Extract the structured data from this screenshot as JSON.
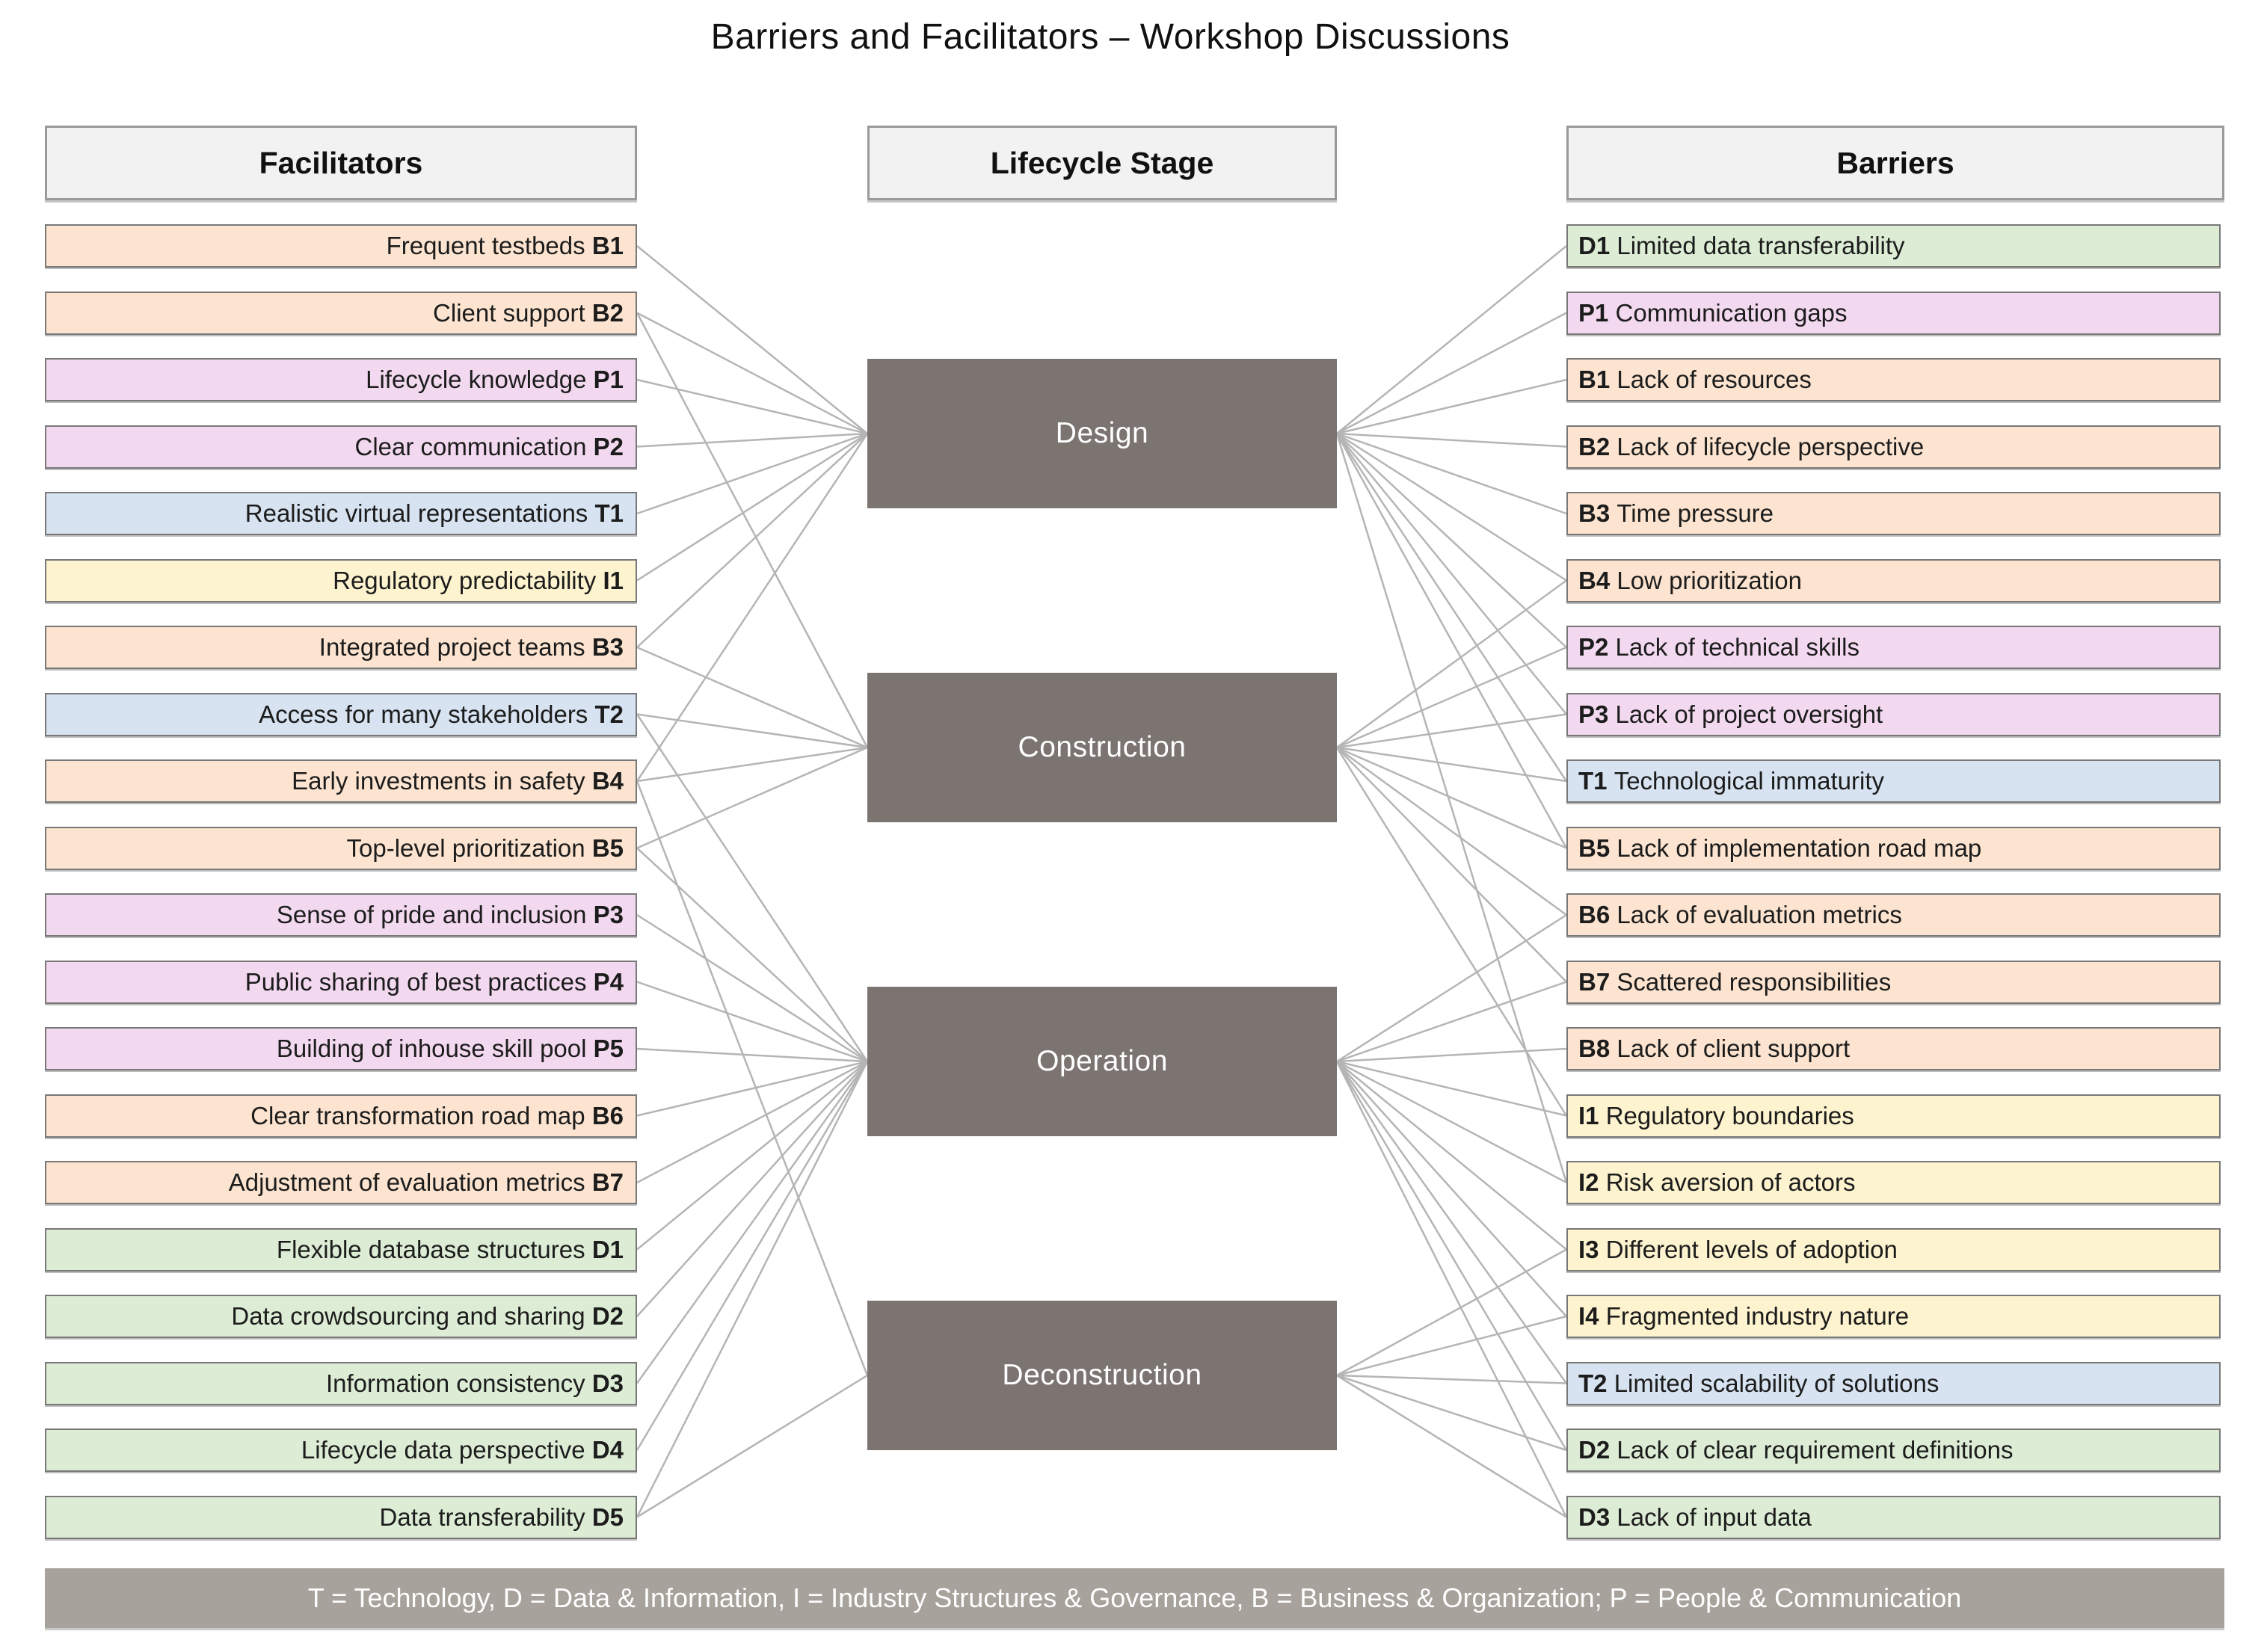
{
  "title": "Barriers and Facilitators – Workshop Discussions",
  "columns": {
    "facilitators": "Facilitators",
    "lifecycle": "Lifecycle Stage",
    "barriers": "Barriers"
  },
  "category_colors": {
    "B": "#fce4d0",
    "P": "#f3d9f0",
    "T": "#d7e3f1",
    "I": "#fdf3cf",
    "D": "#dcecd5"
  },
  "line_color": "#b5b5b5",
  "stage_fill": "#7b7471",
  "stages": [
    {
      "id": "Design",
      "label": "Design"
    },
    {
      "id": "Construction",
      "label": "Construction"
    },
    {
      "id": "Operation",
      "label": "Operation"
    },
    {
      "id": "Deconstruction",
      "label": "Deconstruction"
    }
  ],
  "facilitators": [
    {
      "code": "B1",
      "label": "Frequent testbeds"
    },
    {
      "code": "B2",
      "label": "Client support"
    },
    {
      "code": "P1",
      "label": "Lifecycle knowledge"
    },
    {
      "code": "P2",
      "label": "Clear communication"
    },
    {
      "code": "T1",
      "label": "Realistic virtual representations"
    },
    {
      "code": "I1",
      "label": "Regulatory predictability"
    },
    {
      "code": "B3",
      "label": "Integrated project teams"
    },
    {
      "code": "T2",
      "label": "Access for many stakeholders"
    },
    {
      "code": "B4",
      "label": "Early investments in safety"
    },
    {
      "code": "B5",
      "label": "Top-level prioritization"
    },
    {
      "code": "P3",
      "label": "Sense of pride and inclusion"
    },
    {
      "code": "P4",
      "label": "Public sharing of best practices"
    },
    {
      "code": "P5",
      "label": "Building of inhouse skill pool"
    },
    {
      "code": "B6",
      "label": "Clear transformation road map"
    },
    {
      "code": "B7",
      "label": "Adjustment of evaluation metrics"
    },
    {
      "code": "D1",
      "label": "Flexible database structures"
    },
    {
      "code": "D2",
      "label": "Data crowdsourcing and sharing"
    },
    {
      "code": "D3",
      "label": "Information consistency"
    },
    {
      "code": "D4",
      "label": "Lifecycle data perspective"
    },
    {
      "code": "D5",
      "label": "Data transferability"
    }
  ],
  "barriers": [
    {
      "code": "D1",
      "label": "Limited data transferability"
    },
    {
      "code": "P1",
      "label": "Communication gaps"
    },
    {
      "code": "B1",
      "label": "Lack of resources"
    },
    {
      "code": "B2",
      "label": "Lack of lifecycle perspective"
    },
    {
      "code": "B3",
      "label": "Time pressure"
    },
    {
      "code": "B4",
      "label": "Low prioritization"
    },
    {
      "code": "P2",
      "label": "Lack of technical skills"
    },
    {
      "code": "P3",
      "label": "Lack of project oversight"
    },
    {
      "code": "T1",
      "label": "Technological immaturity"
    },
    {
      "code": "B5",
      "label": "Lack of implementation road map"
    },
    {
      "code": "B6",
      "label": "Lack of evaluation metrics"
    },
    {
      "code": "B7",
      "label": "Scattered responsibilities"
    },
    {
      "code": "B8",
      "label": "Lack of client support"
    },
    {
      "code": "I1",
      "label": "Regulatory boundaries"
    },
    {
      "code": "I2",
      "label": "Risk aversion of actors"
    },
    {
      "code": "I3",
      "label": "Different levels of adoption"
    },
    {
      "code": "I4",
      "label": "Fragmented industry nature"
    },
    {
      "code": "T2",
      "label": "Limited scalability of solutions"
    },
    {
      "code": "D2",
      "label": "Lack of clear requirement definitions"
    },
    {
      "code": "D3",
      "label": "Lack of input data"
    }
  ],
  "links": {
    "facilitator_to_stage": [
      [
        "B1",
        "Design"
      ],
      [
        "B2",
        "Design"
      ],
      [
        "B2",
        "Construction"
      ],
      [
        "P1",
        "Design"
      ],
      [
        "P2",
        "Design"
      ],
      [
        "T1",
        "Design"
      ],
      [
        "I1",
        "Design"
      ],
      [
        "B3",
        "Design"
      ],
      [
        "B3",
        "Construction"
      ],
      [
        "T2",
        "Construction"
      ],
      [
        "T2",
        "Operation"
      ],
      [
        "B4",
        "Design"
      ],
      [
        "B4",
        "Construction"
      ],
      [
        "B4",
        "Deconstruction"
      ],
      [
        "B5",
        "Construction"
      ],
      [
        "B5",
        "Operation"
      ],
      [
        "P3",
        "Operation"
      ],
      [
        "P4",
        "Operation"
      ],
      [
        "P5",
        "Operation"
      ],
      [
        "B6",
        "Operation"
      ],
      [
        "B7",
        "Operation"
      ],
      [
        "D1",
        "Operation"
      ],
      [
        "D2",
        "Operation"
      ],
      [
        "D3",
        "Operation"
      ],
      [
        "D4",
        "Operation"
      ],
      [
        "D5",
        "Operation"
      ],
      [
        "D5",
        "Deconstruction"
      ]
    ],
    "stage_to_barrier": [
      [
        "Design",
        "D1"
      ],
      [
        "Design",
        "P1"
      ],
      [
        "Design",
        "B1"
      ],
      [
        "Design",
        "B2"
      ],
      [
        "Design",
        "B3"
      ],
      [
        "Design",
        "B4"
      ],
      [
        "Design",
        "P2"
      ],
      [
        "Design",
        "P3"
      ],
      [
        "Design",
        "T1"
      ],
      [
        "Design",
        "B5"
      ],
      [
        "Design",
        "I2"
      ],
      [
        "Construction",
        "B4"
      ],
      [
        "Construction",
        "P2"
      ],
      [
        "Construction",
        "P3"
      ],
      [
        "Construction",
        "T1"
      ],
      [
        "Construction",
        "B5"
      ],
      [
        "Construction",
        "B6"
      ],
      [
        "Construction",
        "B7"
      ],
      [
        "Construction",
        "I1"
      ],
      [
        "Operation",
        "B6"
      ],
      [
        "Operation",
        "B7"
      ],
      [
        "Operation",
        "B8"
      ],
      [
        "Operation",
        "I1"
      ],
      [
        "Operation",
        "I2"
      ],
      [
        "Operation",
        "I3"
      ],
      [
        "Operation",
        "I4"
      ],
      [
        "Operation",
        "T2"
      ],
      [
        "Operation",
        "D2"
      ],
      [
        "Operation",
        "D3"
      ],
      [
        "Deconstruction",
        "I3"
      ],
      [
        "Deconstruction",
        "I4"
      ],
      [
        "Deconstruction",
        "T2"
      ],
      [
        "Deconstruction",
        "D2"
      ],
      [
        "Deconstruction",
        "D3"
      ]
    ]
  },
  "legend": "T = Technology, D = Data & Information, I = Industry Structures & Governance, B = Business & Organization; P = People & Communication"
}
